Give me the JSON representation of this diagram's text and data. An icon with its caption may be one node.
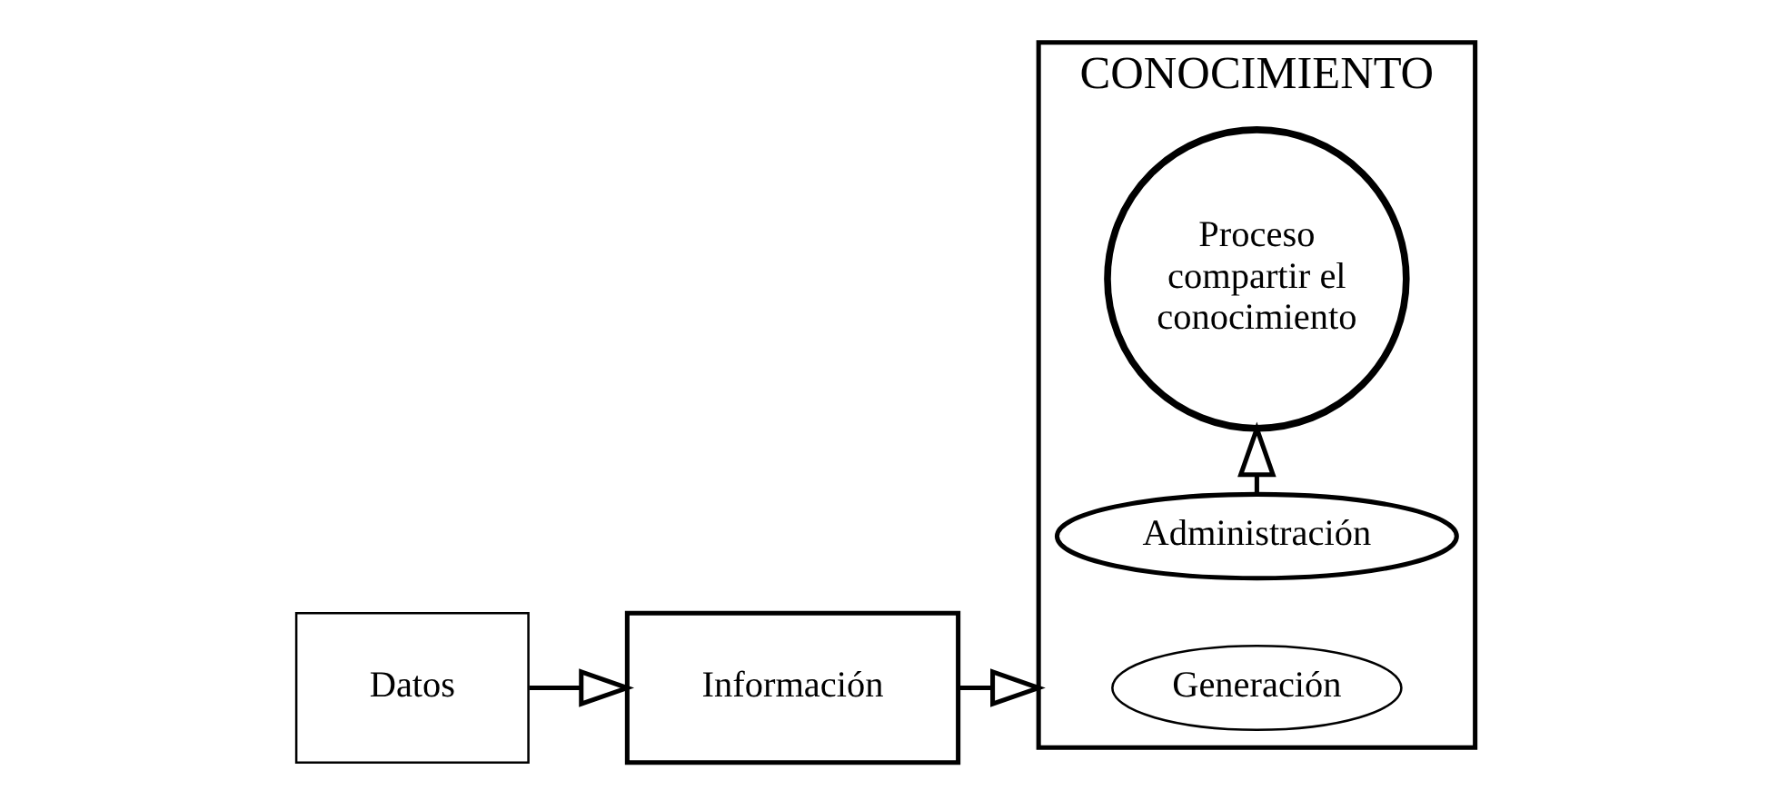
{
  "diagram": {
    "nodes": [
      {
        "text": [
          "Datos"
        ]
      },
      {
        "text": [
          "Información"
        ]
      },
      {
        "text": [
          "CONOCIMIENTO"
        ]
      },
      {
        "text": [
          "Generación"
        ],
        "in": 2
      },
      {
        "text": [
          "Administración"
        ],
        "in": 2
      },
      {
        "text": [
          "Proceso compartir el conocimiento"
        ],
        "in": 2
      }
    ],
    "edges": [
      {
        "from": 0,
        "to": 1,
        "arrow": "to"
      },
      {
        "from": 1,
        "to": 2,
        "arrow": "to"
      },
      {
        "from": 4,
        "to": 5,
        "arrow": "to"
      }
    ]
  }
}
